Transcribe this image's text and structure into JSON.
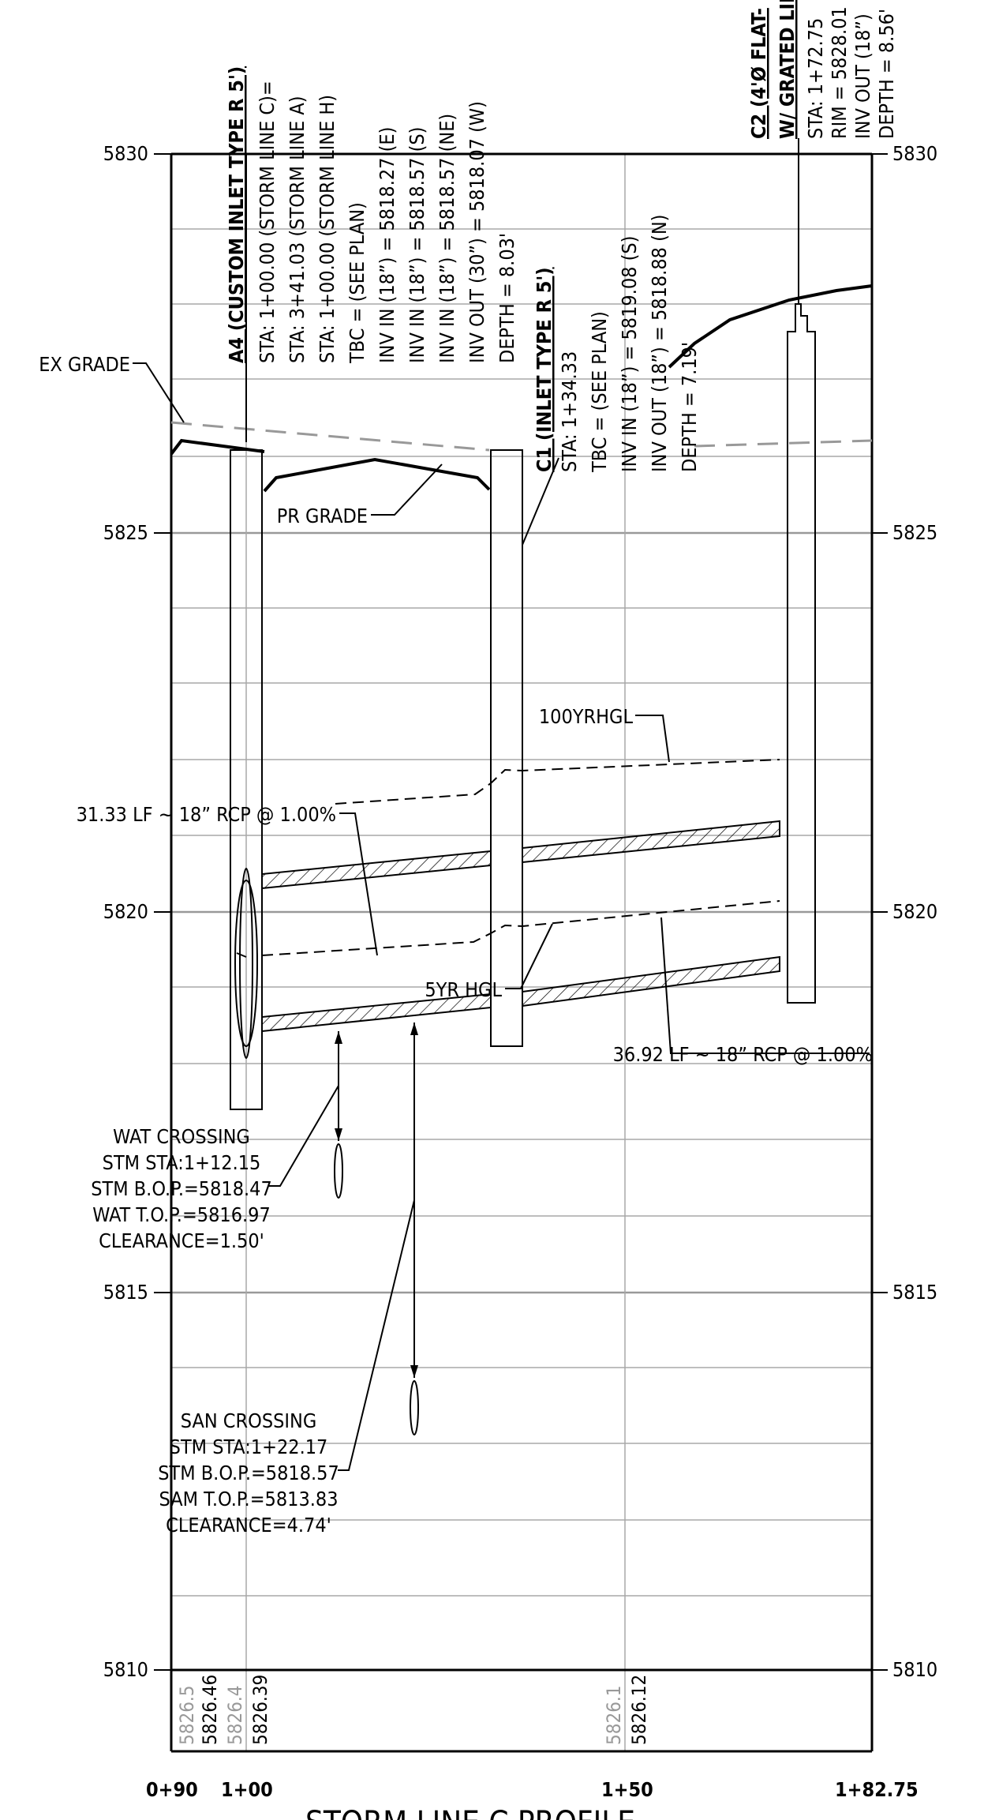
{
  "elevations": {
    "e5830": "5830",
    "e5825": "5825",
    "e5820": "5820",
    "e5815": "5815",
    "e5810": "5810"
  },
  "stations": {
    "s090": "0+90",
    "s100": "1+00",
    "s150": "1+50",
    "s18275": "1+82.75"
  },
  "grade_values": {
    "ex": [
      "5826.5",
      "5826.4",
      "5826.1"
    ],
    "pr": [
      "5826.46",
      "5826.39",
      "5826.12"
    ]
  },
  "grades": {
    "ex_label": "EX GRADE",
    "pr_label": "PR GRADE"
  },
  "hgl": {
    "yr100": "100YRHGL",
    "yr5": "5YR HGL"
  },
  "pipes": {
    "left": "31.33 LF ~ 18” RCP @ 1.00%",
    "right": "36.92 LF ~ 18” RCP @ 1.00%"
  },
  "structures": {
    "a4": {
      "title": "A4 (CUSTOM INLET TYPE R 5')",
      "lines": [
        "STA: 1+00.00 (STORM LINE C)=",
        "STA:  3+41.03 (STORM LINE A)",
        "STA:  1+00.00 (STORM LINE H)",
        "TBC = (SEE PLAN)",
        "INV IN (18”) = 5818.27 (E)",
        "INV IN (18”) = 5818.57 (S)",
        "INV IN (18”) = 5818.57 (NE)",
        "INV OUT (30”) = 5818.07 (W)",
        "DEPTH  =  8.03'"
      ]
    },
    "c1": {
      "title": "C1 (INLET TYPE R 5')",
      "lines": [
        "STA: 1+34.33",
        "TBC = (SEE PLAN)",
        "INV IN (18”) = 5819.08 (S)",
        "INV OUT (18”) = 5818.88 (N)",
        "DEPTH  =  7.19'"
      ]
    },
    "c2": {
      "title1": "C2 (4'Ø FLAT-",
      "title2": "W/ GRATED LID",
      "lines": [
        "STA: 1+72.75",
        "RIM = 5828.01",
        "INV OUT (18”)",
        "DEPTH = 8.56'"
      ]
    }
  },
  "crossings": {
    "wat": [
      "WAT CROSSING",
      "STM STA:1+12.15",
      "STM B.O.P.=5818.47",
      "WAT T.O.P.=5816.97",
      "CLEARANCE=1.50'"
    ],
    "san": [
      "SAN CROSSING",
      "STM STA:1+22.17",
      "STM B.O.P.=5818.57",
      "SAM T.O.P.=5813.83",
      "CLEARANCE=4.74'"
    ]
  },
  "title": "STORM LINE C PROFILE",
  "colors": {
    "grid": "#a8a8a8",
    "existing": "#999999",
    "ink": "#000000"
  }
}
